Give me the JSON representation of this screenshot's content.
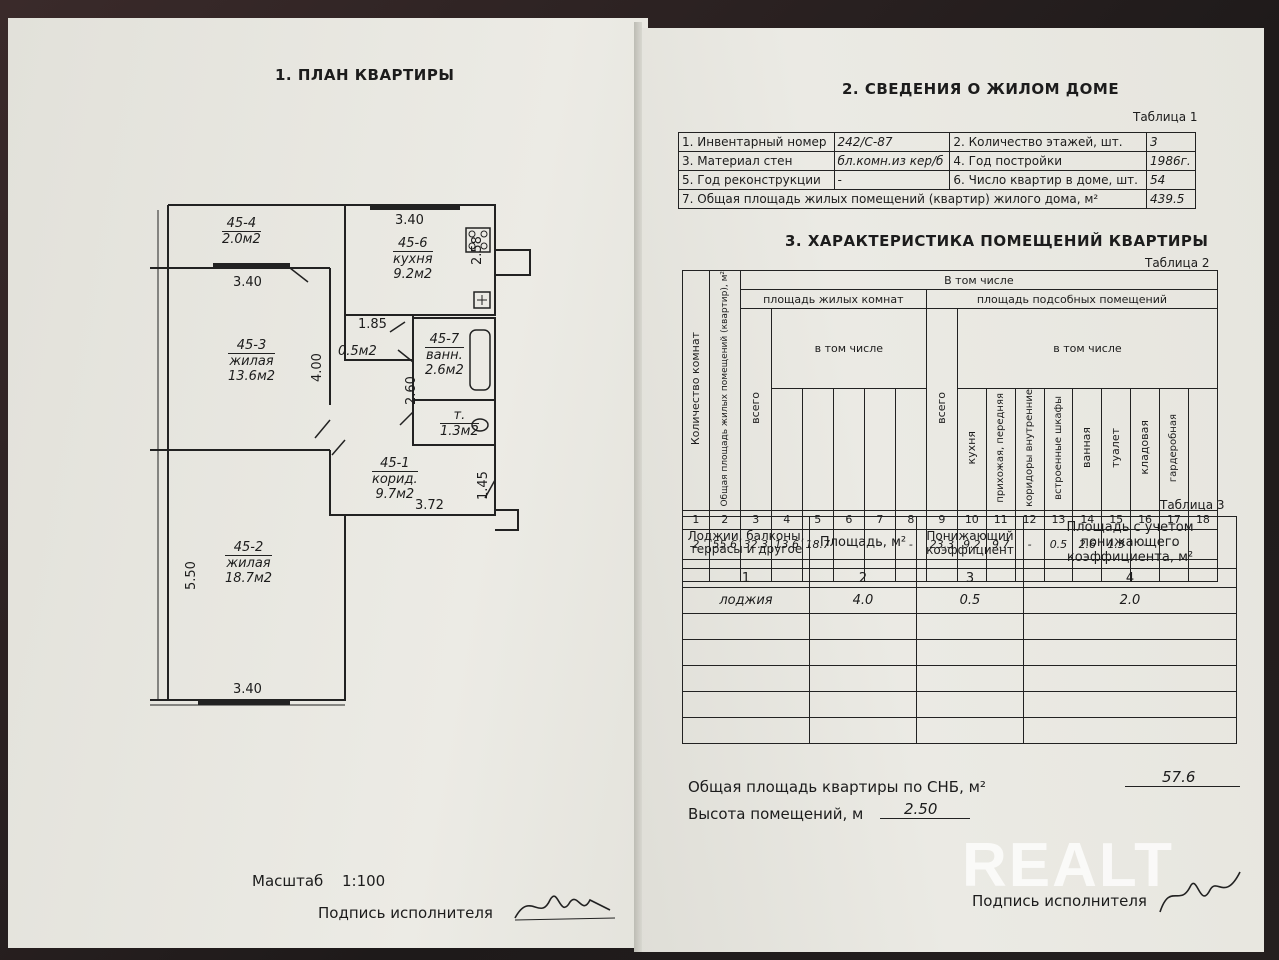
{
  "left_page": {
    "title": "1. ПЛАН КВАРТИРЫ",
    "rooms": [
      {
        "id": "45-4",
        "name": "",
        "area": "2.0м2"
      },
      {
        "id": "45-6",
        "name": "кухня",
        "area": "9.2м2"
      },
      {
        "id": "45-3",
        "name": "жилая",
        "area": "13.6м2"
      },
      {
        "id": "45-7",
        "name": "ванн.",
        "area": "2.6м2"
      },
      {
        "id": "",
        "name": "т.",
        "area": "1.3м2"
      },
      {
        "id": "",
        "name": "",
        "area": "0.5м2"
      },
      {
        "id": "45-1",
        "name": "корид.",
        "area": "9.7м2"
      },
      {
        "id": "45-2",
        "name": "жилая",
        "area": "18.7м2"
      }
    ],
    "dimensions": {
      "kitchen_top": "3.40",
      "balcony_bottom": "3.40",
      "kitchen_side": "2.58",
      "room3_side": "4.00",
      "closet": "1.85",
      "bath_side": "2.60",
      "corridor": "3.72",
      "door": "1.45",
      "room2_side": "5.50",
      "room2_bottom": "3.40"
    },
    "scale_label": "Масштаб",
    "scale_value": "1:100",
    "signature_label": "Подпись исполнителя"
  },
  "right_page": {
    "title": "2. СВЕДЕНИЯ О ЖИЛОМ ДОМЕ",
    "table1_caption": "Таблица 1",
    "table1": [
      [
        "1. Инвентарный номер",
        "242/С-87",
        "2. Количество этажей, шт.",
        "3"
      ],
      [
        "3. Материал стен",
        "бл.комн.из кер/б",
        "4. Год постройки",
        "1986г."
      ],
      [
        "5. Год реконструкции",
        "-",
        "6. Число квартир в доме, шт.",
        "54"
      ]
    ],
    "table1_total_label": "7. Общая площадь жилых помещений (квартир) жилого дома, м²",
    "table1_total_value": "439.5",
    "section3_title": "3. ХАРАКТЕРИСТИКА ПОМЕЩЕНИЙ КВАРТИРЫ",
    "table2_caption": "Таблица 2",
    "table2_headers": {
      "rooms_count": "Количество комнат",
      "total_area": "Общая площадь жилых помещений (квартир), м²",
      "in_total": "В том числе",
      "living_area": "площадь жилых комнат",
      "aux_area": "площадь подсобных помещений",
      "incl": "в том числе",
      "incl2": "в том числе",
      "total": "всего",
      "total2": "всего",
      "kitchen": "кухня",
      "hall": "прихожая, передняя",
      "corridors": "коридоры внутренние",
      "closets": "встроенные шкафы",
      "bath": "ванная",
      "toilet": "туалет",
      "pantry": "кладовая",
      "wardrobe": "гардеробная"
    },
    "table2_numbers": [
      "1",
      "2",
      "3",
      "4",
      "5",
      "6",
      "7",
      "8",
      "9",
      "10",
      "11",
      "12",
      "13",
      "14",
      "15",
      "16",
      "17",
      "18"
    ],
    "table2_values": [
      "2",
      "55.6",
      "32.3",
      "13.6",
      "18.7",
      "-",
      "-",
      "-",
      "23.3",
      "9.2",
      "9.7",
      "-",
      "0.5",
      "2.6",
      "1.3",
      "-",
      "-",
      ""
    ],
    "table3_caption": "Таблица 3",
    "table3_headers": [
      "Лоджии, балконы, террасы и другое",
      "Площадь, м²",
      "Понижающий коэффициент",
      "Площадь с учетом понижающего коэффициента, м²"
    ],
    "table3_numbers": [
      "1",
      "2",
      "3",
      "4"
    ],
    "table3_row": [
      "лоджия",
      "4.0",
      "0.5",
      "2.0"
    ],
    "total_area_label": "Общая площадь квартиры по СНБ, м²",
    "total_area_value": "57.6",
    "height_label": "Высота помещений, м",
    "height_value": "2.50",
    "signature_label": "Подпись исполнителя"
  },
  "watermark": "REALT"
}
